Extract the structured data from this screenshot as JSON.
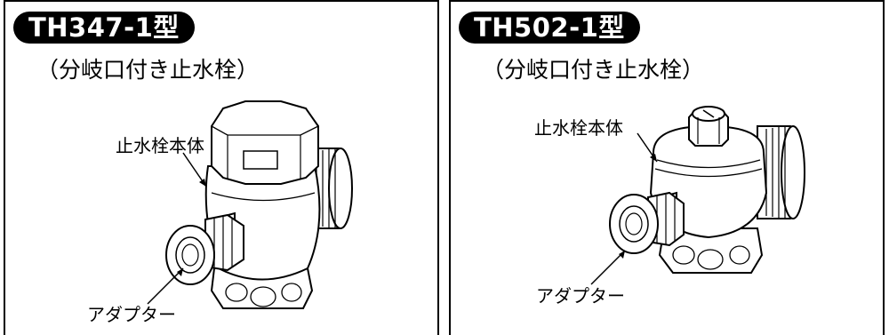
{
  "panels": [
    {
      "model": "TH347-1型",
      "subtitle": "（分岐口付き止水栓）",
      "label_body": "止水栓本体",
      "label_adapter": "アダプター"
    },
    {
      "model": "TH502-1型",
      "subtitle": "（分岐口付き止水栓）",
      "label_body": "止水栓本体",
      "label_adapter": "アダプター"
    }
  ]
}
